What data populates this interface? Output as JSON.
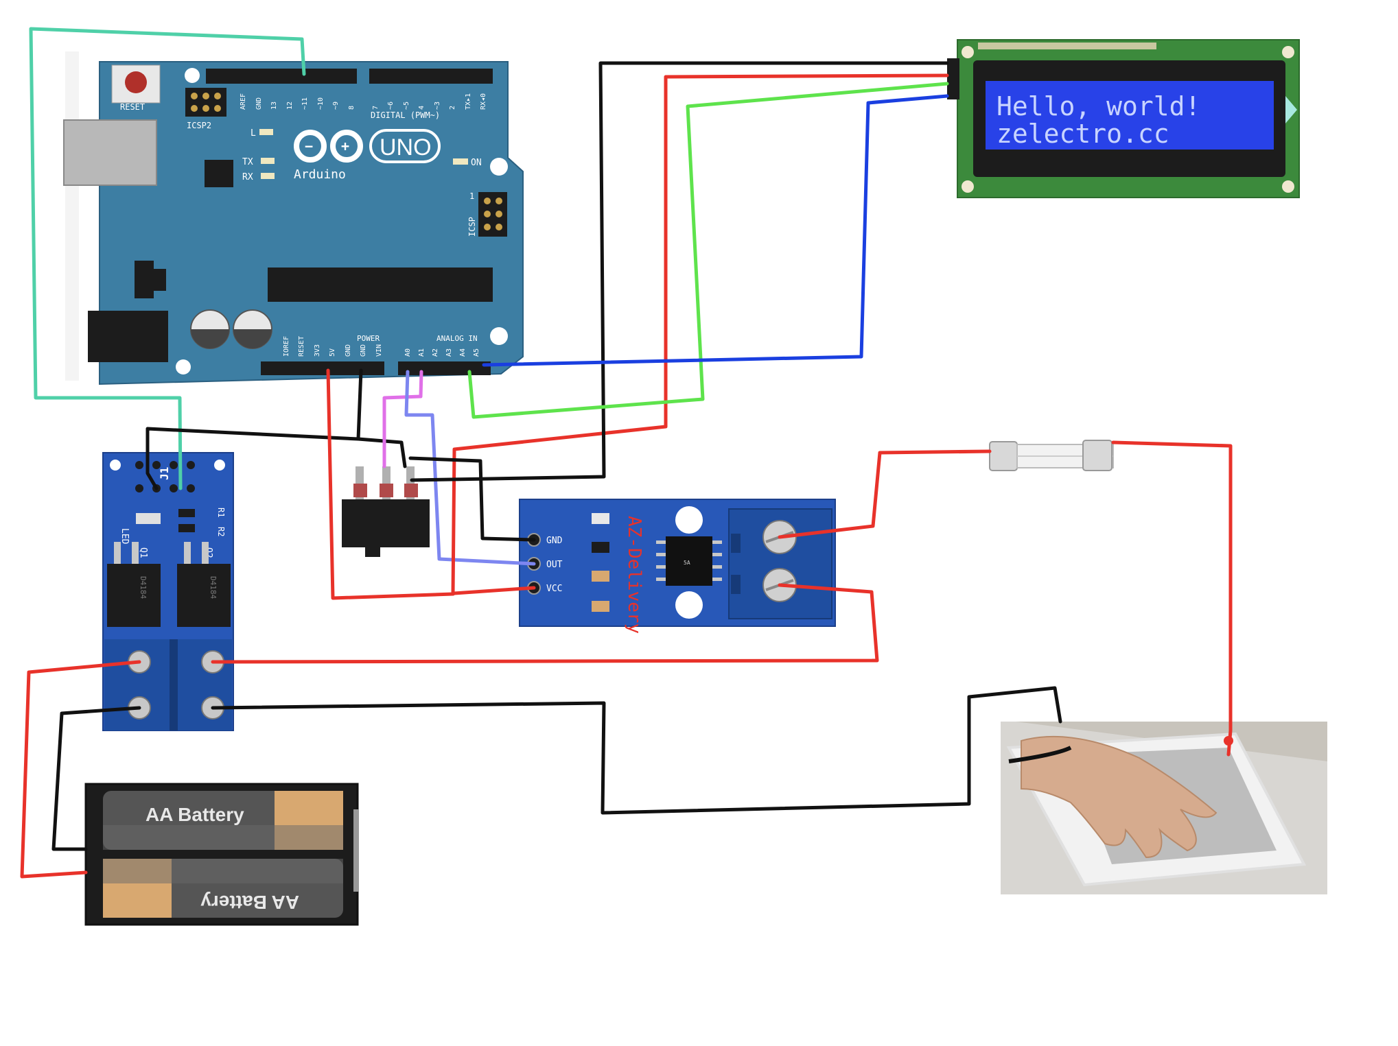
{
  "arduino": {
    "reset": "RESET",
    "icsp2": "ICSP2",
    "icsp": "ICSP",
    "icsp_pin1": "1",
    "digital": "DIGITAL (PWM~)",
    "l": "L",
    "tx": "TX",
    "rx": "RX",
    "on": "ON",
    "uno": "UNO",
    "brand": "Arduino",
    "power": "POWER",
    "analog_in": "ANALOG IN",
    "top_pins": [
      "AREF",
      "GND",
      "13",
      "12",
      "~11",
      "~10",
      "~9",
      "8",
      "7",
      "~6",
      "~5",
      "4",
      "~3",
      "2",
      "TX▸1",
      "RX◂0"
    ],
    "bottom_pins": [
      "IOREF",
      "RESET",
      "3V3",
      "5V",
      "GND",
      "GND",
      "VIN",
      "A0",
      "A1",
      "A2",
      "A3",
      "A4",
      "A5"
    ]
  },
  "lcd": {
    "line1": "Hello, world!",
    "line2": "zelectro.cc"
  },
  "mosfet": {
    "j1": "J1",
    "led": "LED",
    "r1": "R1",
    "r2": "R2",
    "q1": "Q1",
    "q2": "Q2",
    "chip1": "D4184",
    "chip2": "D4184"
  },
  "current_sensor": {
    "gnd": "GND",
    "out": "OUT",
    "vcc": "VCC",
    "brand": "AZ-Delivery",
    "chip": "5A"
  },
  "battery": {
    "top": "AA Battery",
    "bottom": "AA Battery"
  },
  "colors": {
    "red": "#e8322a",
    "black": "#111111",
    "green": "#5ee34c",
    "blue": "#1a3fe0",
    "teal": "#4fd0a8",
    "pink": "#e070e8",
    "lightblue": "#7d86f0",
    "board": "#3d7ea3",
    "module": "#2858b8",
    "lcd_pcb": "#3c8a3c",
    "lcd_screen": "#2842e8"
  }
}
